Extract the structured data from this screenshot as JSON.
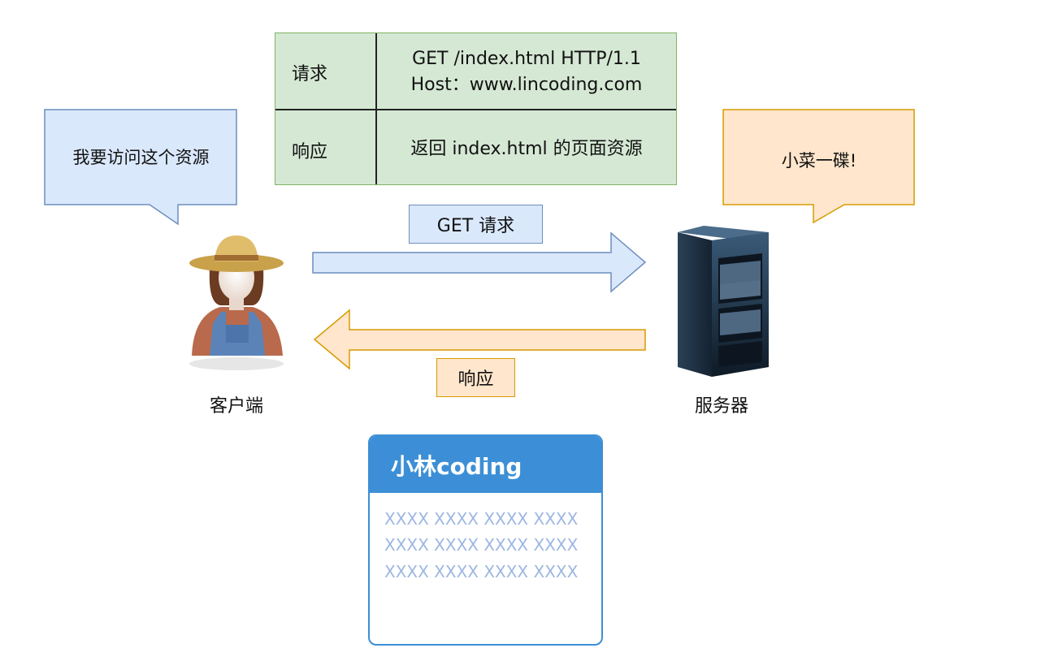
{
  "http_table": {
    "request_label": "请求",
    "request_line1": "GET /index.html HTTP/1.1",
    "request_line2": "Host：www.lincoding.com",
    "response_label": "响应",
    "response_value": "返回 index.html 的页面资源"
  },
  "client_bubble": {
    "text": "我要访问这个资源",
    "fill": "#dae8fc",
    "stroke": "#6c8ebf"
  },
  "server_bubble": {
    "text": "小菜一碟!",
    "fill": "#ffe6cc",
    "stroke": "#d79b00"
  },
  "request_arrow": {
    "label": "GET 请求",
    "fill": "#dae8fc",
    "stroke": "#6c8ebf"
  },
  "response_arrow": {
    "label": "响应",
    "fill": "#ffe6cc",
    "stroke": "#d79b00"
  },
  "client": {
    "label": "客户端",
    "icon": "farmer-user-icon"
  },
  "server": {
    "label": "服务器",
    "icon": "server-rack-icon"
  },
  "browser": {
    "title": "小林coding",
    "lines": [
      "XXXX XXXX XXXX XXXX",
      "XXXX XXXX XXXX XXXX",
      "XXXX XXXX XXXX XXXX"
    ],
    "accent": "#3c8fd6"
  }
}
